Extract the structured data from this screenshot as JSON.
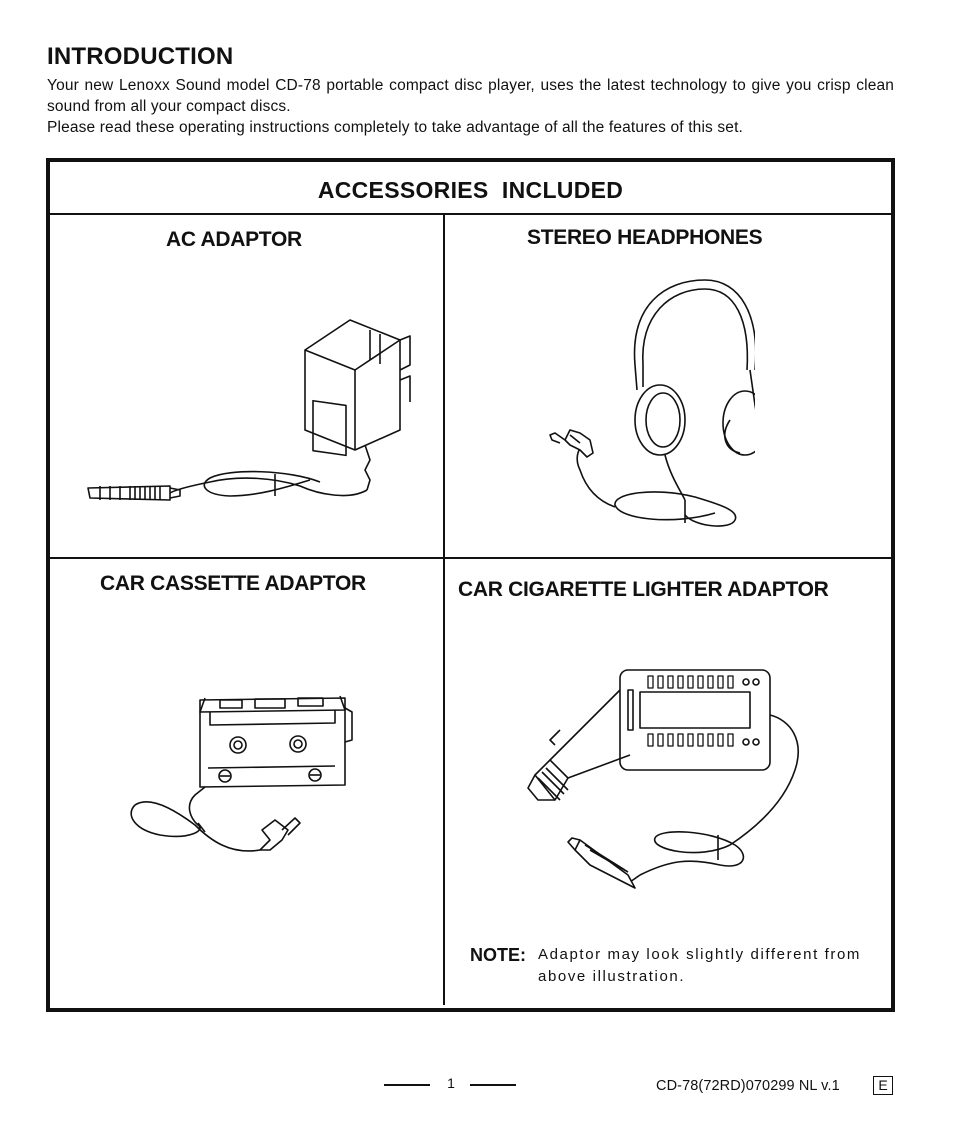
{
  "introduction": {
    "heading": "INTRODUCTION",
    "paragraph_1": "Your new Lenoxx Sound model CD-78 portable compact disc player, uses the latest technology to give you crisp clean sound from all your compact discs.",
    "paragraph_2": "Please read these operating instructions completely to take advantage of all the features of this set."
  },
  "accessories": {
    "title": "ACCESSORIES  INCLUDED",
    "items": [
      {
        "label": "AC ADAPTOR",
        "icon": "ac-adaptor-illustration"
      },
      {
        "label": "STEREO HEADPHONES",
        "icon": "headphones-illustration"
      },
      {
        "label": "CAR CASSETTE ADAPTOR",
        "icon": "cassette-adaptor-illustration"
      },
      {
        "label": "CAR CIGARETTE LIGHTER ADAPTOR",
        "icon": "cigarette-lighter-adaptor-illustration"
      }
    ],
    "note": {
      "key": "NOTE:",
      "text": "Adaptor may look slightly different from above illustration."
    }
  },
  "footer": {
    "page_number": "1",
    "document_code": "CD-78(72RD)070299 NL v.1",
    "language_badge": "E"
  }
}
